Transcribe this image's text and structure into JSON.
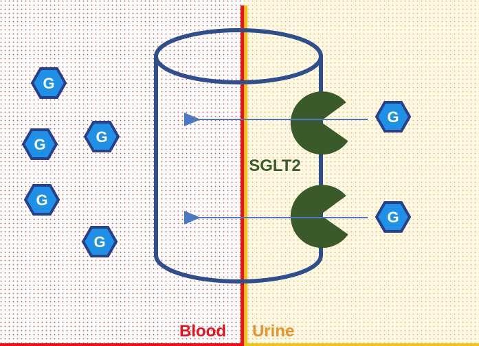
{
  "colors": {
    "blood_dots": "#c0504d",
    "urine_dots": "#e6b84a",
    "urine_bg": "#fdf8e6",
    "membrane_red": "#e8121f",
    "membrane_yellow": "#f2c31c",
    "tube_outline": "#2f4e8e",
    "glucose_fill": "#1e90e6",
    "glucose_stroke": "#2a3f8a",
    "transporter_fill": "#3a5a2a",
    "arrow": "#4a78c4",
    "blood_label": "#e8121f",
    "urine_label": "#e7932c",
    "sglt2_label": "#3a5a2a"
  },
  "glucose_symbol": "G",
  "labels": {
    "transporter": "SGLT2",
    "blood": "Blood",
    "urine": "Urine"
  },
  "glucose_blood": [
    {
      "id": "g-blood-1"
    },
    {
      "id": "g-blood-2"
    },
    {
      "id": "g-blood-3"
    },
    {
      "id": "g-blood-4"
    },
    {
      "id": "g-blood-5"
    }
  ],
  "glucose_urine": [
    {
      "id": "g-urine-1"
    },
    {
      "id": "g-urine-2"
    }
  ]
}
